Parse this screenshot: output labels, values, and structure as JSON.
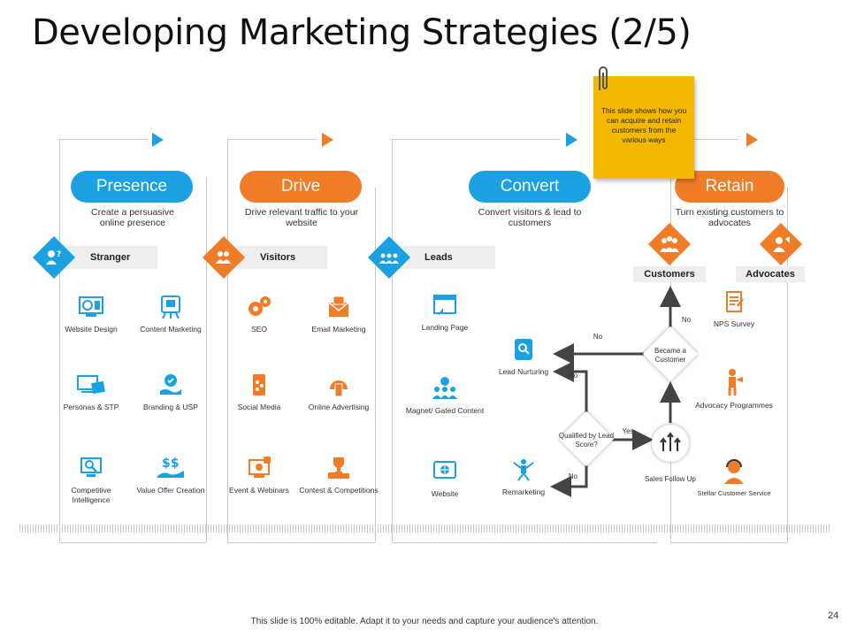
{
  "title": "Developing Marketing Strategies (2/5)",
  "note": "This slide shows how you can acquire and retain customers from the various ways",
  "columns": [
    {
      "label": "Presence",
      "desc": "Create a persuasive online presence",
      "stage": "Stranger",
      "items": [
        "Website Design",
        "Content Marketing",
        "Personas & STP",
        "Branding & USP",
        "Competitive Intelligence",
        "Value Offer Creation"
      ]
    },
    {
      "label": "Drive",
      "desc": "Drive relevant traffic to your website",
      "stage": "Visitors",
      "items": [
        "SEO",
        "Email Marketing",
        "Social Media",
        "Online Advertising",
        "Event & Webinars",
        "Contest & Competitions"
      ]
    },
    {
      "label": "Convert",
      "desc": "Convert visitors & lead to customers",
      "stage": "Leads",
      "items": [
        "Landing Page",
        "Magnet/ Gated Content",
        "Website",
        "Lead Nurturing",
        "Remarketing"
      ]
    },
    {
      "label": "Retain",
      "desc": "Turn existing customers to advocates",
      "stage_customers": "Customers",
      "stage_advocates": "Advocates",
      "items": [
        "NPS Survey",
        "Advocacy Programmes",
        "Stellar Customer Service"
      ]
    }
  ],
  "flow": {
    "became_customer": "Became a Customer",
    "qualified": "Qualified by Lead Score?",
    "sales_follow_up": "Sales Follow Up",
    "no": "No",
    "yes": "Yes"
  },
  "footer": "This slide is 100% editable. Adapt it to your needs and capture your audience's attention.",
  "page_number": "24",
  "colors": {
    "blue": "#1ba1e2",
    "orange": "#f07c27",
    "sticky": "#f5b800"
  }
}
